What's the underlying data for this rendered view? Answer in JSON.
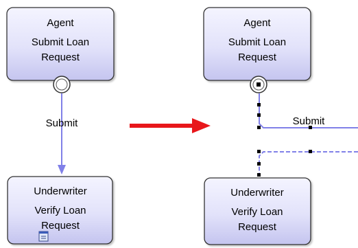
{
  "colors": {
    "box_fill_top": "#f4f4ff",
    "box_fill_bottom": "#c9c9f2",
    "box_border": "#333333",
    "connector": "#8080e8",
    "arrow": "#e8171b",
    "handle": "#000000"
  },
  "before": {
    "source_box": {
      "role": "Agent",
      "task_line1": "Submit Loan",
      "task_line2": "Request"
    },
    "target_box": {
      "role": "Underwriter",
      "task_line1": "Verify Loan",
      "task_line2": "Request",
      "icon": "task-form-icon"
    },
    "connector_label": "Submit"
  },
  "after": {
    "source_box": {
      "role": "Agent",
      "task_line1": "Submit Loan",
      "task_line2": "Request"
    },
    "target_box": {
      "role": "Underwriter",
      "task_line1": "Verify Loan",
      "task_line2": "Request"
    },
    "connector_label": "Submit"
  },
  "transition_arrow_icon": "red-right-arrow-icon"
}
